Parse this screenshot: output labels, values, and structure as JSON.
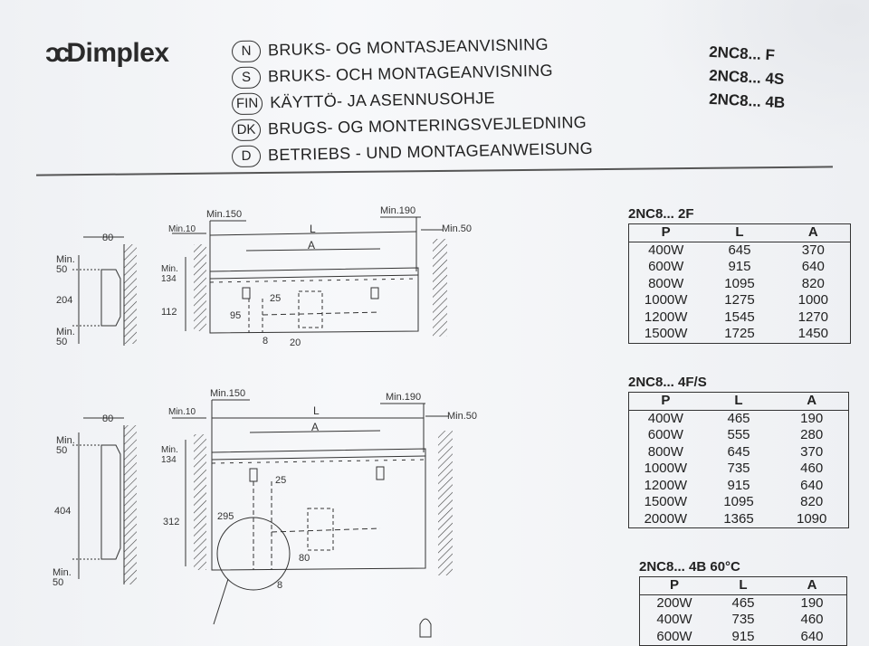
{
  "brand": {
    "logo_text": "Dimplex"
  },
  "languages": [
    {
      "code": "N",
      "text": "BRUKS- OG MONTASJEANVISNING"
    },
    {
      "code": "S",
      "text": "BRUKS- OCH MONTAGEANVISNING"
    },
    {
      "code": "FIN",
      "text": "KÄYTTÖ- JA ASENNUSOHJE"
    },
    {
      "code": "DK",
      "text": "BRUGS- OG MONTERINGSVEJLEDNING"
    },
    {
      "code": "D",
      "text": "BETRIEBS - UND MONTAGEANWEISUNG"
    }
  ],
  "models": [
    "2NC8... F",
    "2NC8... 4S",
    "2NC8... 4B"
  ],
  "drawing_top": {
    "side_width": "80",
    "min_top": "Min.\n50",
    "height": "204",
    "min_bottom": "Min.\n50",
    "min_left": "Min.10",
    "min_150": "Min.150",
    "min_190": "Min.190",
    "min_right": "Min.50",
    "L": "L",
    "A": "A",
    "min_134": "Min.\n134",
    "d25": "25",
    "d112": "112",
    "d95": "95",
    "d8": "8",
    "d20": "20"
  },
  "drawing_bottom": {
    "side_width": "80",
    "min_top": "Min.\n50",
    "height": "404",
    "min_bottom": "Min.\n50",
    "min_left": "Min.10",
    "min_150": "Min.150",
    "min_190": "Min.190",
    "min_right": "Min.50",
    "L": "L",
    "A": "A",
    "min_134": "Min.\n134",
    "d25": "25",
    "d312": "312",
    "d295": "295",
    "d80": "80",
    "d8": "8"
  },
  "tables": [
    {
      "title": "2NC8... 2F",
      "headers": [
        "P",
        "L",
        "A"
      ],
      "rows": [
        [
          "400W",
          "645",
          "370"
        ],
        [
          "600W",
          "915",
          "640"
        ],
        [
          "800W",
          "1095",
          "820"
        ],
        [
          "1000W",
          "1275",
          "1000"
        ],
        [
          "1200W",
          "1545",
          "1270"
        ],
        [
          "1500W",
          "1725",
          "1450"
        ]
      ]
    },
    {
      "title": "2NC8... 4F/S",
      "headers": [
        "P",
        "L",
        "A"
      ],
      "rows": [
        [
          "400W",
          "465",
          "190"
        ],
        [
          "600W",
          "555",
          "280"
        ],
        [
          "800W",
          "645",
          "370"
        ],
        [
          "1000W",
          "735",
          "460"
        ],
        [
          "1200W",
          "915",
          "640"
        ],
        [
          "1500W",
          "1095",
          "820"
        ],
        [
          "2000W",
          "1365",
          "1090"
        ]
      ]
    },
    {
      "title": "2NC8... 4B  60°C",
      "headers": [
        "P",
        "L",
        "A"
      ],
      "rows": [
        [
          "200W",
          "465",
          "190"
        ],
        [
          "400W",
          "735",
          "460"
        ],
        [
          "600W",
          "915",
          "640"
        ]
      ]
    }
  ]
}
